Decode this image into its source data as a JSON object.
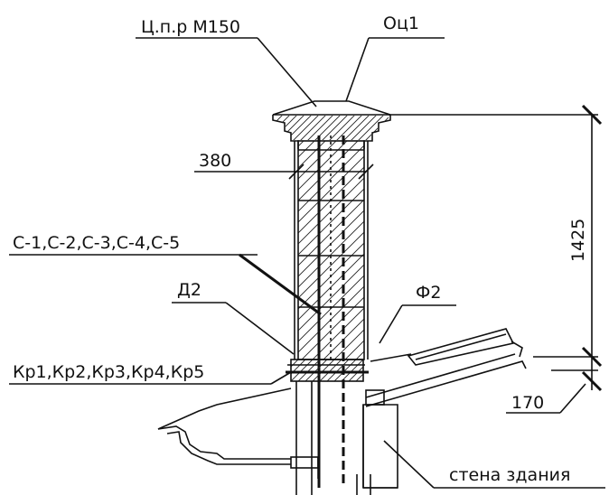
{
  "labels": {
    "brick": "Ц.п.р М150",
    "cap": "Оц1",
    "dim_380": "380",
    "columns": "С-1,С-2,С-3,С-4,С-5",
    "d2": "Д2",
    "f2": "Ф2",
    "kr": "Кр1,Кр2,Кр3,Кр4,Кр5",
    "dim_1425": "1425",
    "dim_170": "170",
    "wall": "стена здания"
  }
}
